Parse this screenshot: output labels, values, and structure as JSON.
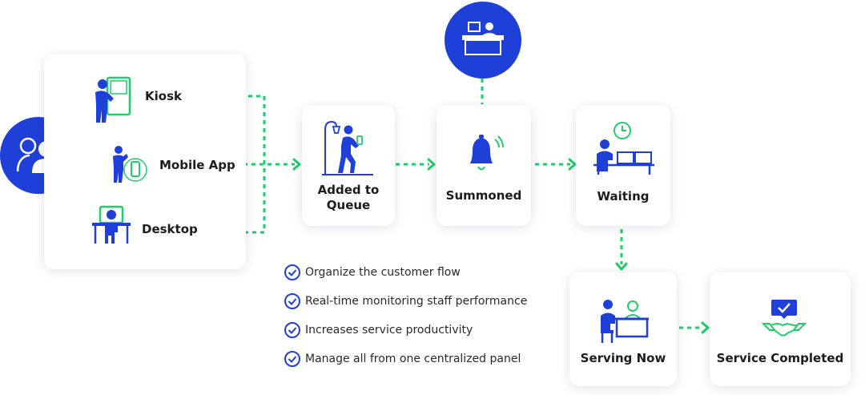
{
  "colors": {
    "blue": "#1f3fd9",
    "green": "#1fcd6b",
    "dark": "#1c1c1c"
  },
  "channels": [
    {
      "label": "Kiosk",
      "icon": "kiosk-user-icon"
    },
    {
      "label": "Mobile App",
      "icon": "mobile-user-icon"
    },
    {
      "label": "Desktop",
      "icon": "desktop-user-icon"
    }
  ],
  "steps": {
    "queue": "Added to\nQueue",
    "summoned": "Summoned",
    "waiting": "Waiting",
    "serving": "Serving Now",
    "completed": "Service Completed"
  },
  "benefits": [
    "Organize the customer flow",
    "Real-time monitoring staff performance",
    "Increases service productivity",
    "Manage all from one centralized panel"
  ]
}
